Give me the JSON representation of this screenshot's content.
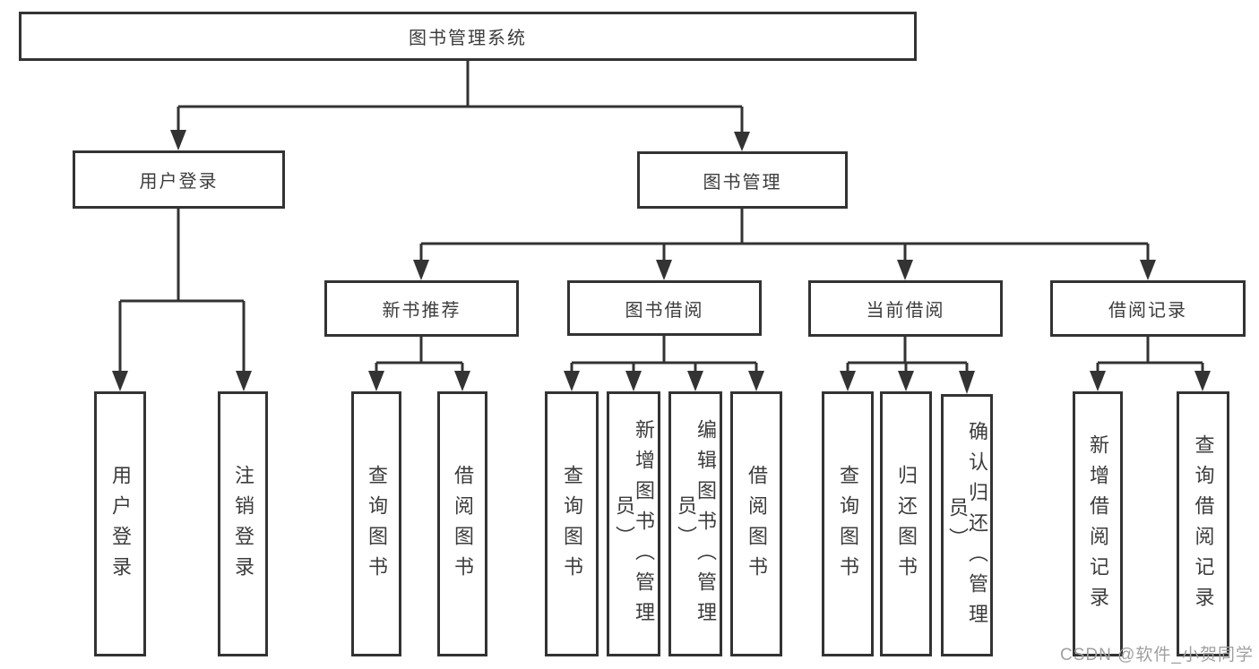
{
  "diagram": {
    "title": "图书管理系统",
    "watermark": "CSDN @软件_小贺同学",
    "colors": {
      "line": "#333333",
      "box_border": "#333333",
      "text": "#3c3c3c",
      "watermark": "#a0a0a0",
      "background": "#ffffff"
    },
    "nodes": {
      "root": {
        "label": "图书管理系统"
      },
      "user_login": {
        "label": "用户登录"
      },
      "book_mgmt": {
        "label": "图书管理"
      },
      "new_book_rec": {
        "label": "新书推荐"
      },
      "book_borrow": {
        "label": "图书借阅"
      },
      "current_borrow": {
        "label": "当前借阅"
      },
      "borrow_record": {
        "label": "借阅记录"
      },
      "leaf_user_login": {
        "label": "用户登录"
      },
      "leaf_logout": {
        "label": "注销登录"
      },
      "leaf_rec_query": {
        "label": "查询图书"
      },
      "leaf_rec_borrow": {
        "label": "借阅图书"
      },
      "leaf_bb_query": {
        "label": "查询图书"
      },
      "leaf_bb_add": {
        "label": "新增图书（管理员）"
      },
      "leaf_bb_edit": {
        "label": "编辑图书（管理员）"
      },
      "leaf_bb_borrow": {
        "label": "借阅图书"
      },
      "leaf_cb_query": {
        "label": "查询图书"
      },
      "leaf_cb_return": {
        "label": "归还图书"
      },
      "leaf_cb_confirm": {
        "label": "确认归还（管理员）"
      },
      "leaf_br_add": {
        "label": "新增借阅记录"
      },
      "leaf_br_query": {
        "label": "查询借阅记录"
      }
    }
  }
}
